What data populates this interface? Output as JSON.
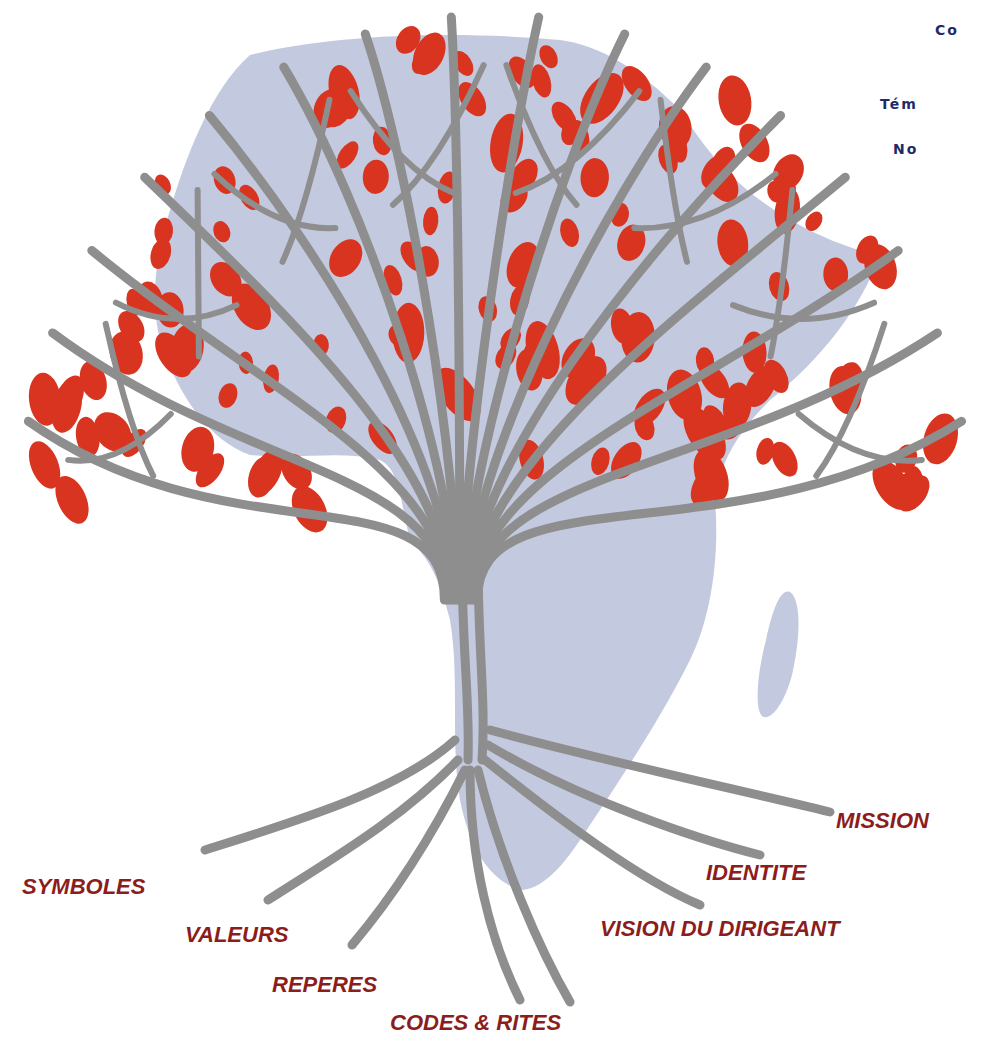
{
  "diagram": {
    "labels": [
      "Co",
      "Tém",
      "No",
      "MISSION",
      "SYMBOLES",
      "IDENTITE",
      "VISION DU DIRIGEANT",
      "VALEURS",
      "REPERES",
      "CODES & RITES"
    ]
  }
}
